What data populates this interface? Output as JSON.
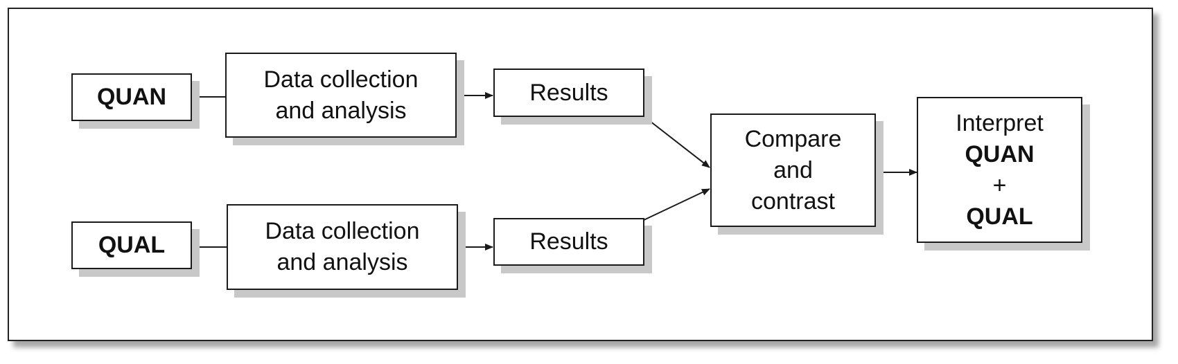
{
  "diagram": {
    "quan_label": "QUAN",
    "qual_label": "QUAL",
    "quan_process": {
      "line1": "Data collection",
      "line2": "and analysis"
    },
    "qual_process": {
      "line1": "Data collection",
      "line2": "and analysis"
    },
    "quan_results": "Results",
    "qual_results": "Results",
    "compare": {
      "line1": "Compare",
      "line2": "and",
      "line3": "contrast"
    },
    "interpret": {
      "line1": "Interpret",
      "line2": "QUAN",
      "line3": "+",
      "line4": "QUAL"
    }
  },
  "colors": {
    "border": "#1a1a1a",
    "shadow": "#c8c8c8",
    "text": "#111111",
    "background": "#ffffff"
  }
}
